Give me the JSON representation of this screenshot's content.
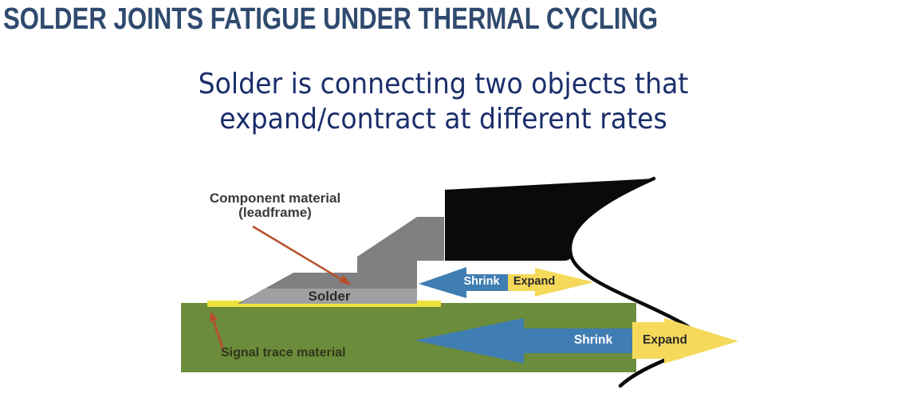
{
  "title": "SOLDER JOINTS FATIGUE UNDER THERMAL CYCLING",
  "subtitle": {
    "line1": "Solder is connecting two objects that",
    "line2": "expand/contract at different rates"
  },
  "diagram": {
    "labels": {
      "component_line1": "Component material",
      "component_line2": "(leadframe)",
      "solder": "Solder",
      "signal_trace": "Signal trace material",
      "upper_shrink": "Shrink",
      "upper_expand": "Expand",
      "lower_shrink": "Shrink",
      "lower_expand": "Expand"
    },
    "colors": {
      "title_navy": "#2F4A6E",
      "subtitle_navy": "#1B2E6B",
      "board_green": "#6B8C3A",
      "leadframe_gray": "#7E8082",
      "solder_gray": "#9EA0A2",
      "trace_yellow": "#F0E23C",
      "shrink_blue": "#3F7DB2",
      "expand_yellow": "#F5D95A",
      "callout_orange": "#B5522D",
      "component_black": "#0A0A0A",
      "label_dark": "#3A3A3A"
    }
  }
}
